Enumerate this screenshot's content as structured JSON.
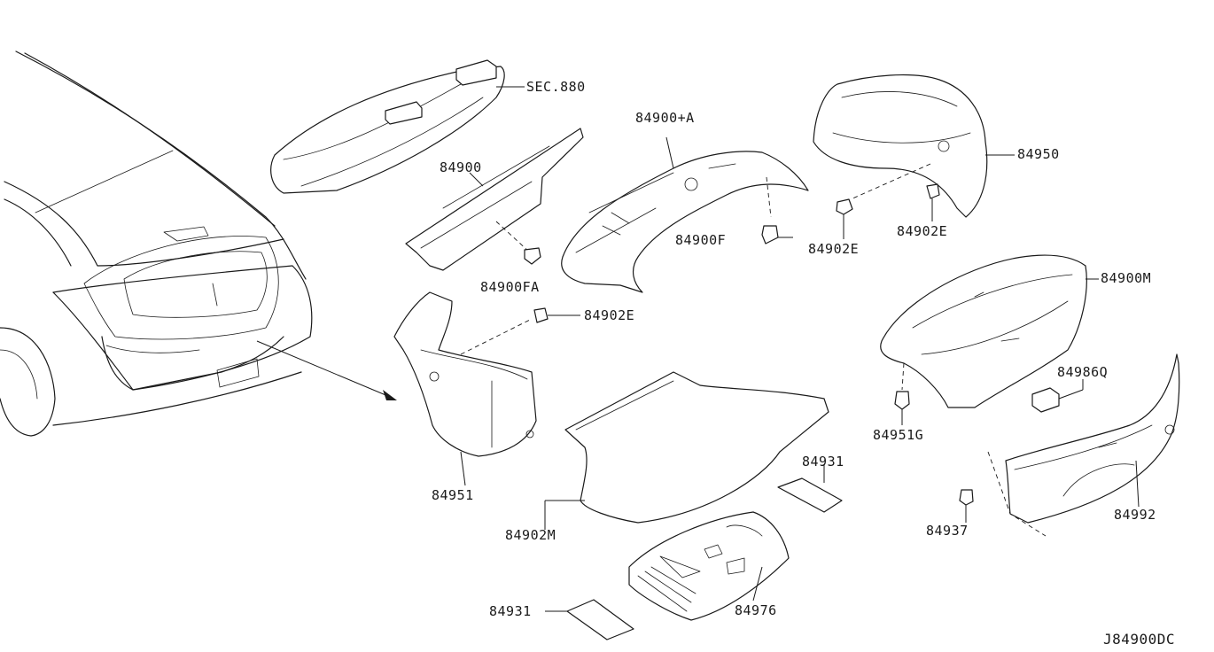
{
  "diagram_code": "J84900DC",
  "callouts": [
    {
      "id": "sec880",
      "text": "SEC.880"
    },
    {
      "id": "p84900a",
      "text": "84900+A"
    },
    {
      "id": "p84950",
      "text": "84950"
    },
    {
      "id": "p84900",
      "text": "84900"
    },
    {
      "id": "p84900f",
      "text": "84900F"
    },
    {
      "id": "p84902e_a",
      "text": "84902E"
    },
    {
      "id": "p84902e_b",
      "text": "84902E"
    },
    {
      "id": "p84900fa",
      "text": "84900FA"
    },
    {
      "id": "p84900m",
      "text": "84900M"
    },
    {
      "id": "p84902e_c",
      "text": "84902E"
    },
    {
      "id": "p84986q",
      "text": "84986Q"
    },
    {
      "id": "p84951g",
      "text": "84951G"
    },
    {
      "id": "p84931_a",
      "text": "84931"
    },
    {
      "id": "p84951",
      "text": "84951"
    },
    {
      "id": "p84902m",
      "text": "84902M"
    },
    {
      "id": "p84992",
      "text": "84992"
    },
    {
      "id": "p84937",
      "text": "84937"
    },
    {
      "id": "p84931_b",
      "text": "84931"
    },
    {
      "id": "p84976",
      "text": "84976"
    }
  ]
}
